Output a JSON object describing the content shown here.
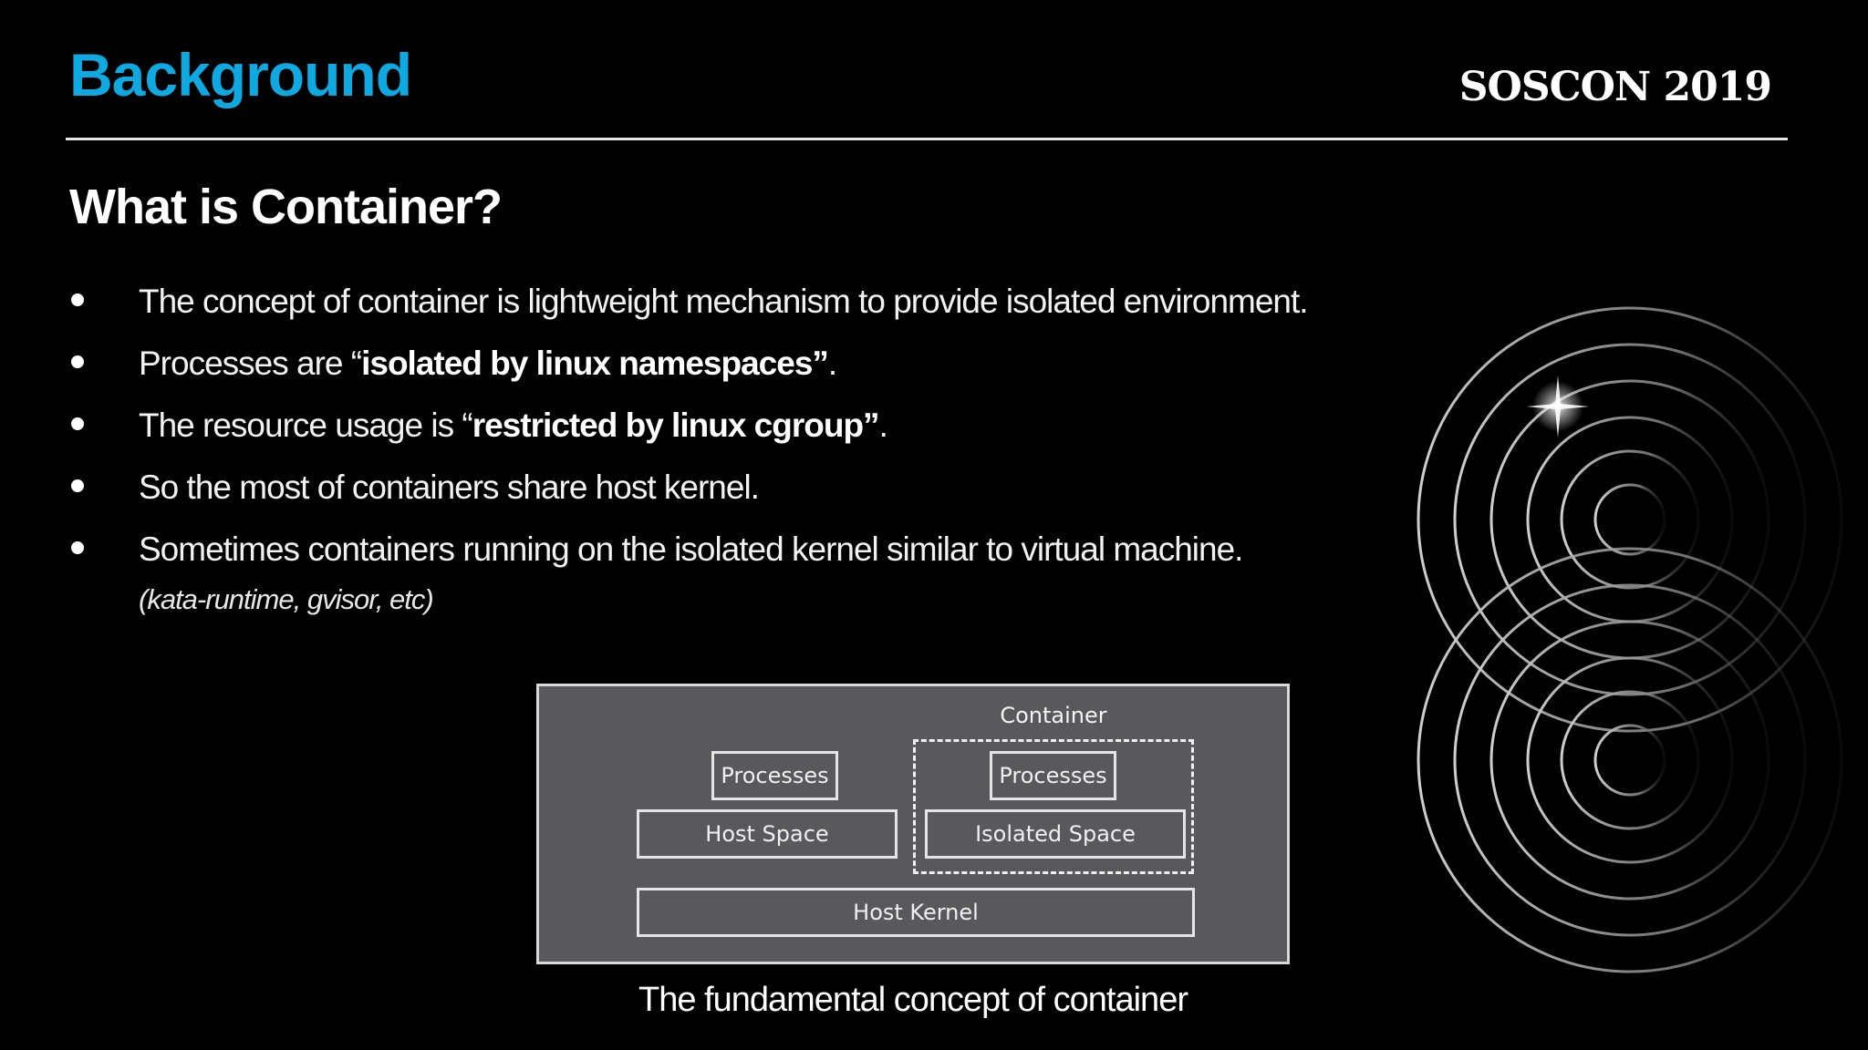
{
  "header": {
    "section_title": "Background",
    "brand": "SOSCON 2019"
  },
  "heading": "What is Container?",
  "bullets": [
    {
      "plain": "The concept of container is lightweight mechanism to provide isolated environment.",
      "bold": "",
      "suffix": ""
    },
    {
      "plain": "Processes are “",
      "bold": "isolated by linux namespaces”",
      "suffix": "."
    },
    {
      "plain": "The resource usage is “",
      "bold": "restricted by linux cgroup”",
      "suffix": "."
    },
    {
      "plain": "So the most of containers share host kernel.",
      "bold": "",
      "suffix": ""
    },
    {
      "plain": "Sometimes containers running on the isolated kernel similar to virtual machine.",
      "bold": "",
      "suffix": ""
    }
  ],
  "note": "(kata-runtime, gvisor, etc)",
  "diagram": {
    "container_label": "Container",
    "host_processes": "Processes",
    "container_processes": "Processes",
    "host_space": "Host Space",
    "isolated_space": "Isolated Space",
    "host_kernel": "Host Kernel",
    "caption": "The fundamental concept of container"
  },
  "colors": {
    "accent": "#0fa9e2",
    "background": "#000000",
    "diagram_fill": "#59585a"
  },
  "icons": {
    "bullet": "bullet-dot-icon",
    "decoration": "infinity-swirl-icon"
  }
}
